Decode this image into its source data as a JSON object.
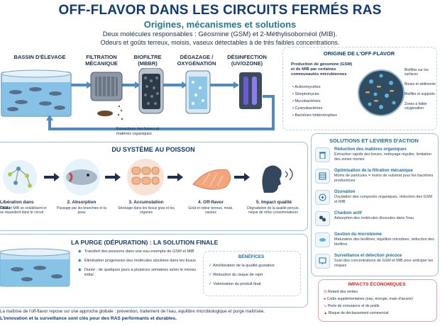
{
  "header": {
    "title": "OFF-FLAVOR DANS LES CIRCUITS FERMÉS RAS",
    "subtitle": "Origines, mécanismes et solutions",
    "intro_line1": "Deux molécules responsables : Géosmine (GSM) et 2-Méthylisobornéol (MIB).",
    "intro_line2": "Odeurs et goûts terreux, moisis, vaseux détectables à de très faibles concentrations."
  },
  "process": {
    "stages": [
      {
        "label": "BASSIN D'ÉLEVAGE"
      },
      {
        "label": "FILTRATION MÉCANIQUE"
      },
      {
        "label": "BIOFILTRE (MBBR)"
      },
      {
        "label": "DÉGAZAGE / OXYGÉNATION"
      },
      {
        "label": "DÉSINFECTION (UV/OZONE)"
      }
    ],
    "sludge_note": "Extractions des boues et matières organiques"
  },
  "origin": {
    "title": "ORIGINE DE L'OFF-FLAVOR",
    "intro": "Production de géosmine (GSM) et de MIB par certaines communautés microbiennes",
    "bullets": [
      "Actinomycètes",
      "Streptomyces",
      "Mycobactéries",
      "Cyanobactéries",
      "Bactéries hétérotrophes"
    ],
    "callouts": [
      "Biofilms sur les surfaces",
      "Boues et sédiments",
      "Biofiltre et supports",
      "Zones à faible oxygénation"
    ]
  },
  "system": {
    "title": "DU SYSTÈME AU POISSON",
    "steps": [
      {
        "label": "Libération dans l'eau",
        "desc": "GSM et MIB se solubilisent et se répandent dans le circuit"
      },
      {
        "label": "2. Absorption",
        "desc": "Passage par les branchies et la peau"
      },
      {
        "label": "3. Accumulation",
        "desc": "Stockage dans les tissus gras et les organes"
      },
      {
        "label": "4. Off-flavor",
        "desc": "Goût et odeur terreux, moisi, vaseux"
      },
      {
        "label": "5. Impact qualité",
        "desc": "Dégradation de la qualité perçue, risque de refus consommateurs"
      }
    ]
  },
  "purge": {
    "title": "LA PURGE (DÉPURATION) : LA SOLUTION FINALE",
    "bullets": [
      "Transfert des poissons dans une eau exempte de GSM et MIB",
      "Élimination progressive des molécules stockées dans les tissus",
      "Durée : de quelques jours à plusieurs semaines selon le niveau initial"
    ],
    "benefits_title": "BÉNÉFICES",
    "benefits": [
      "Amélioration de la qualité gustative",
      "Réduction du risque de rejet",
      "Valorisation du produit final"
    ]
  },
  "solutions": {
    "title": "SOLUTIONS ET LEVIERS D'ACTION",
    "items": [
      {
        "title": "Réduction des matières organiques",
        "desc": "Extraction rapide des boues, nettoyage régulier, limitation des zones mortes",
        "icon": "trash-icon"
      },
      {
        "title": "Optimisation de la filtration mécanique",
        "desc": "Moins de particules = moins de substrat pour les bactéries productrices",
        "icon": "filter-icon"
      },
      {
        "title": "Ozonation",
        "desc": "Oxydation des composés organiques, réduction des GSM et MIB",
        "icon": "ozone-icon"
      },
      {
        "title": "Charbon actif",
        "desc": "Adsorption des molécules dissoutes dans l'eau",
        "icon": "charcoal-icon"
      },
      {
        "title": "Gestion du microbiome",
        "desc": "Maturation des biofiltres, équilibre microbien, réduction des biofilms",
        "icon": "microbe-icon"
      },
      {
        "title": "Surveillance et détection précoce",
        "desc": "Suivi des concentrations de GSM et MIB pour anticiper les risques",
        "icon": "monitor-icon"
      }
    ]
  },
  "economic": {
    "title": "IMPACTS ÉCONOMIQUES",
    "bullets": [
      "Retard des ventes",
      "Coûts supplémentaires (eau, énergie, main d'œuvre)",
      "Perte de croissance et de poids",
      "Risque de déclassement commercial"
    ]
  },
  "footer": {
    "line1": "La maîtrise de l'off-flavor repose sur une approche globale : prévention, traitement de l'eau, équilibre microbiologique et purge maîtrisée.",
    "line2": "L'innovation et la surveillance sont clés pour des RAS performants et durables."
  },
  "colors": {
    "navy": "#0f3a73",
    "teal": "#1f7a8c",
    "water": "#6fb6e0",
    "red": "#c62828"
  }
}
